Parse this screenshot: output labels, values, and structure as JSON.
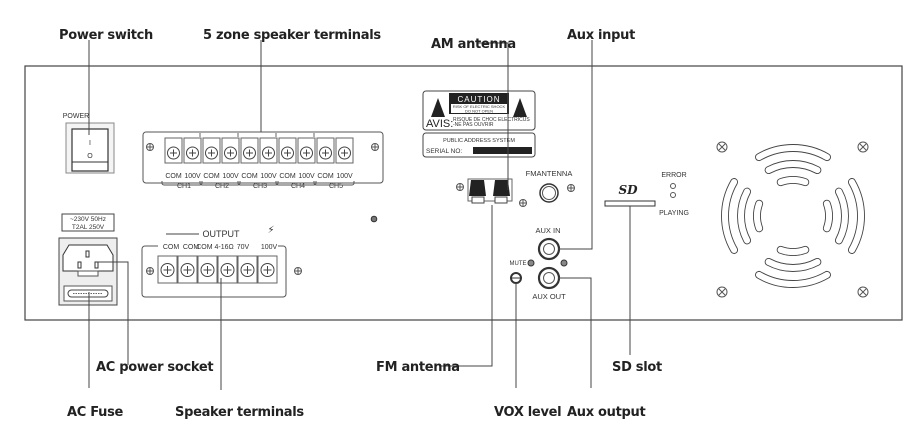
{
  "callouts": {
    "power_switch": "Power switch",
    "zone_terminals": "5 zone speaker terminals",
    "am_antenna": "AM antenna",
    "aux_input": "Aux input",
    "ac_power_socket": "AC power socket",
    "ac_fuse": "AC Fuse",
    "speaker_terminals": "Speaker terminals",
    "fm_antenna": "FM antenna",
    "vox_level": "VOX level",
    "aux_output": "Aux output",
    "sd_slot": "SD slot"
  },
  "panel": {
    "power_label": "POWER",
    "switch_on": "I",
    "switch_off": "O",
    "zone_terminal_labels": [
      "COM",
      "100V"
    ],
    "zones": [
      "CH1",
      "CH2",
      "CH3",
      "CH4",
      "CH5"
    ],
    "caution": {
      "title": "CAUTION",
      "line1": "RISK OF ELECTRIC SHOCK",
      "line2": "DO NOT OPEN",
      "avis": "AVIS:",
      "avis_line1": "RISQUE DE CHOC ELECTRICUS",
      "avis_line2": "-NE PAS OUVRIR"
    },
    "system_label": "PUBLIC ADDRESS SYSTEM",
    "serial_label": "SERIAL NO:",
    "fm_antenna_label": "FMANTENNA",
    "aux_in_label": "AUX IN",
    "aux_out_label": "AUX OUT",
    "mute_label": "MUTE",
    "sd_logo": "SD",
    "error_label": "ERROR",
    "playing_label": "PLAYING",
    "ac_rating_line1": "~230V 50Hz",
    "ac_rating_line2": "T2AL 250V",
    "output_label": "OUTPUT",
    "output_terminals": [
      "COM",
      "COM",
      "COM 4-16Ω",
      "70V",
      "100V"
    ]
  }
}
